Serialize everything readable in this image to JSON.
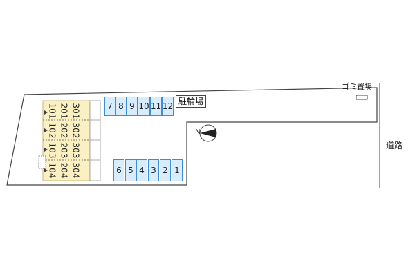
{
  "labels": {
    "garbage": "ゴミ置場",
    "bicycle_parking": "駐輪場",
    "road": "道路",
    "north": "N"
  },
  "parking_top": [
    "7",
    "8",
    "9",
    "10",
    "11",
    "12"
  ],
  "parking_bottom": [
    "6",
    "5",
    "4",
    "3",
    "2",
    "1"
  ],
  "building_rows": [
    [
      "301",
      "201",
      "101"
    ],
    [
      "302",
      "202",
      "102"
    ],
    [
      "303",
      "203",
      "103"
    ],
    [
      "304",
      "204",
      "104"
    ]
  ],
  "colors": {
    "building_fill": "#fbf0c2",
    "slot_fill": "#d9ecfb",
    "slot_border": "#3b8fd6",
    "lot_outline": "#444444"
  }
}
